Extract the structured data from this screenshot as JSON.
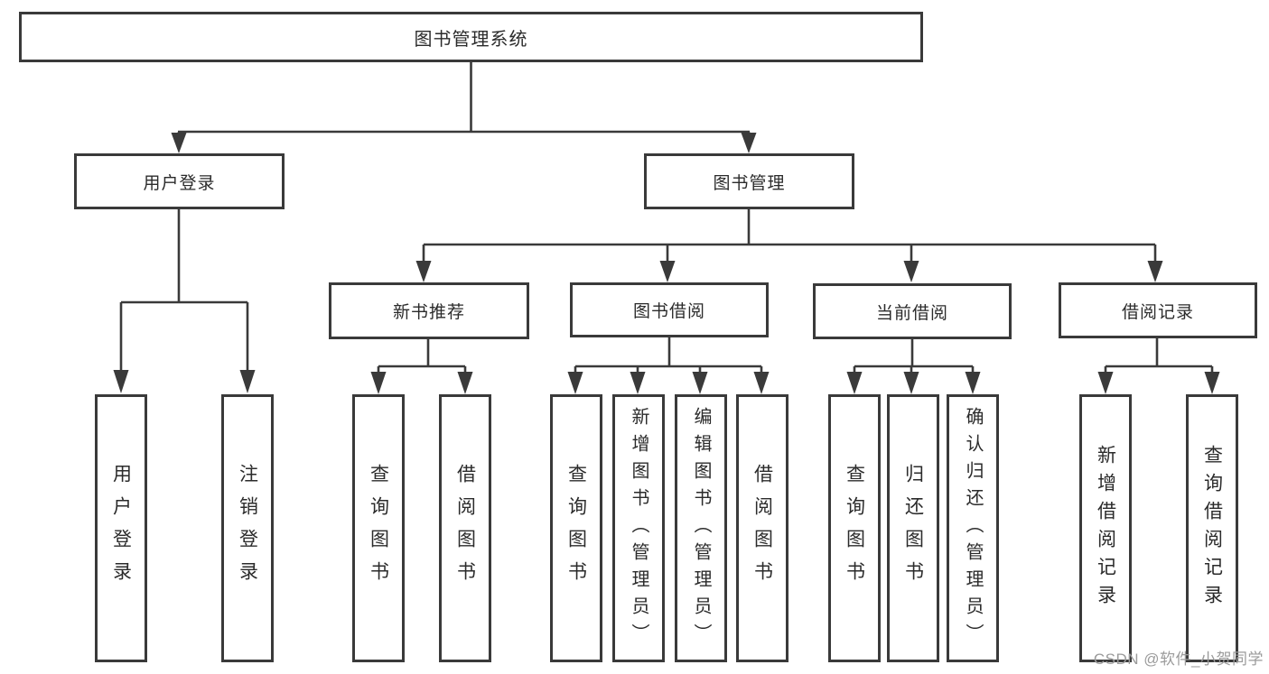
{
  "watermark": "CSDN @软件_小贺同学",
  "colors": {
    "line": "#3a3a3a",
    "box_border": "#3a3a3a",
    "text": "#2b2b2b",
    "watermark": "#9b9b9b",
    "background": "#ffffff"
  },
  "tree": {
    "label": "图书管理系统",
    "children": [
      {
        "label": "用户登录",
        "children": [
          {
            "label": "用户登录"
          },
          {
            "label": "注销登录"
          }
        ]
      },
      {
        "label": "图书管理",
        "children": [
          {
            "label": "新书推荐",
            "children": [
              {
                "label": "查询图书"
              },
              {
                "label": "借阅图书"
              }
            ]
          },
          {
            "label": "图书借阅",
            "children": [
              {
                "label": "查询图书"
              },
              {
                "label": "新增图书（管理员）"
              },
              {
                "label": "编辑图书（管理员）"
              },
              {
                "label": "借阅图书"
              }
            ]
          },
          {
            "label": "当前借阅",
            "children": [
              {
                "label": "查询图书"
              },
              {
                "label": "归还图书"
              },
              {
                "label": "确认归还（管理员）"
              }
            ]
          },
          {
            "label": "借阅记录",
            "children": [
              {
                "label": "新增借阅记录"
              },
              {
                "label": "查询借阅记录"
              }
            ]
          }
        ]
      }
    ]
  }
}
